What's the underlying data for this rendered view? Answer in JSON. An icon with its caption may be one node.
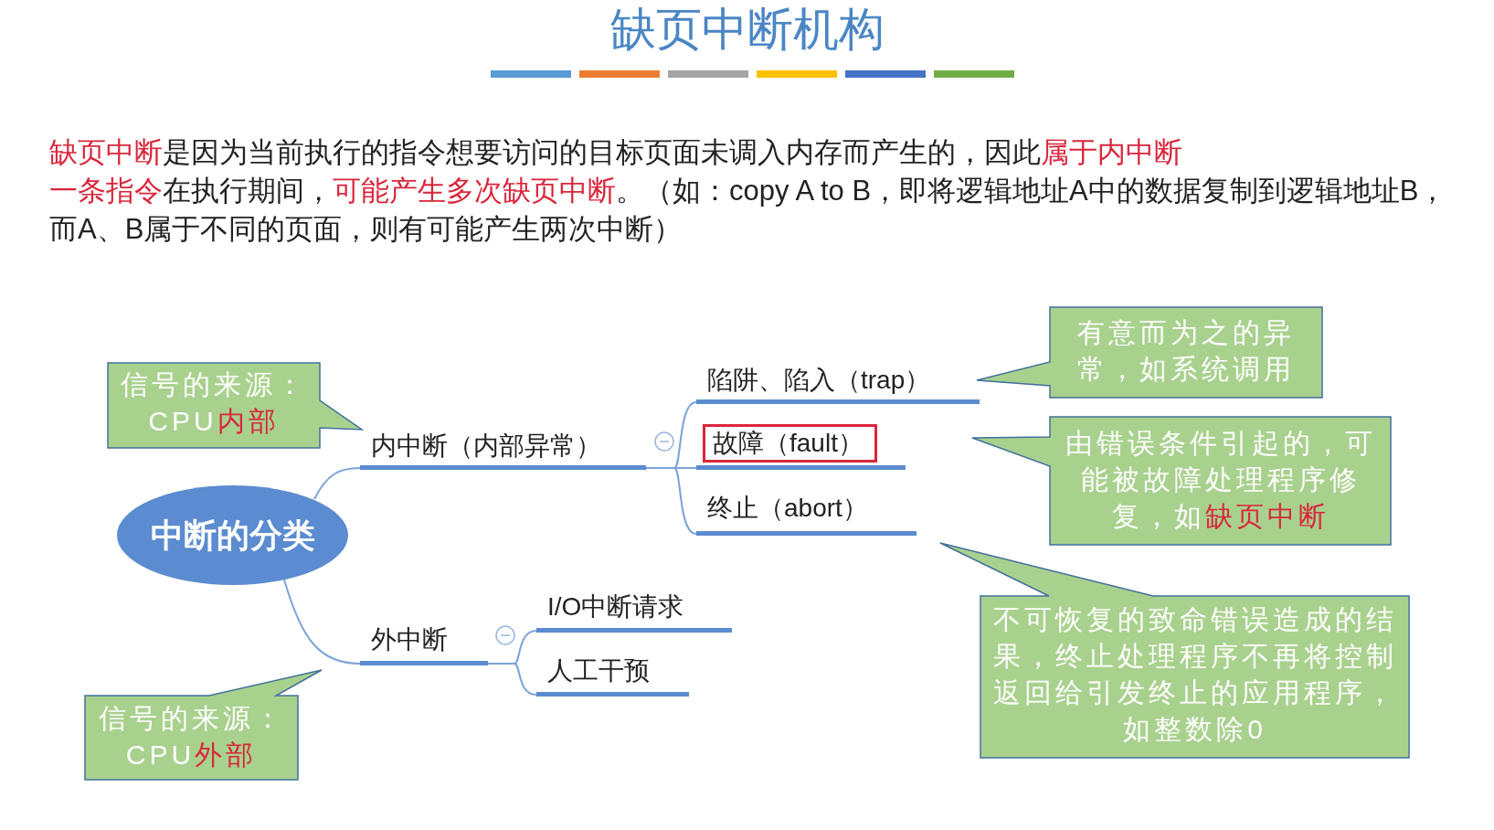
{
  "diagram": {
    "title": "缺页中断机构",
    "nodes": [
      {
        "text": [
          "中断的分类"
        ]
      },
      {
        "text": [
          "内中断（内部异常）"
        ]
      },
      {
        "text": [
          "外中断"
        ]
      },
      {
        "text": [
          "陷阱、陷入（trap）"
        ]
      },
      {
        "text": [
          "故障（fault）"
        ]
      },
      {
        "text": [
          "终止（abort）"
        ]
      },
      {
        "text": [
          "I/O中断请求"
        ]
      },
      {
        "text": [
          "人工干预"
        ]
      },
      {
        "text": [
          "信号的来源：",
          "CPU",
          "内部"
        ]
      },
      {
        "text": [
          "信号的来源：",
          "CPU",
          "外部"
        ]
      },
      {
        "text": [
          "有意而为之的异常，如系统调用"
        ]
      },
      {
        "text": [
          "由错误条件引起的，可能被故障处理程序修复，如",
          "缺页中断"
        ]
      },
      {
        "text": [
          "不可恢复的致命错误造成的结果，终止处理程序不再将控制返回给引发终止的应用程序，如整数除0"
        ]
      }
    ],
    "edges": [
      {
        "from": 0,
        "to": 1,
        "arrow": "none"
      },
      {
        "from": 0,
        "to": 2,
        "arrow": "none"
      },
      {
        "from": 1,
        "to": 3,
        "arrow": "none"
      },
      {
        "from": 1,
        "to": 4,
        "arrow": "none"
      },
      {
        "from": 1,
        "to": 5,
        "arrow": "none"
      },
      {
        "from": 2,
        "to": 6,
        "arrow": "none"
      },
      {
        "from": 2,
        "to": 7,
        "arrow": "none"
      }
    ],
    "labels": [
      "缺页中断",
      "是因为当前执行的指令想要访问的目标页面未调入内存而产生的，因此",
      "属于内中断",
      "一条指令",
      "在执行期间，",
      "可能产生多次缺页中断",
      "。（如：copy A to B，即将逻辑地址A中的数据复制到逻辑地址B，而A、B属于不同的页面，则有可能产生两次中断）"
    ]
  }
}
